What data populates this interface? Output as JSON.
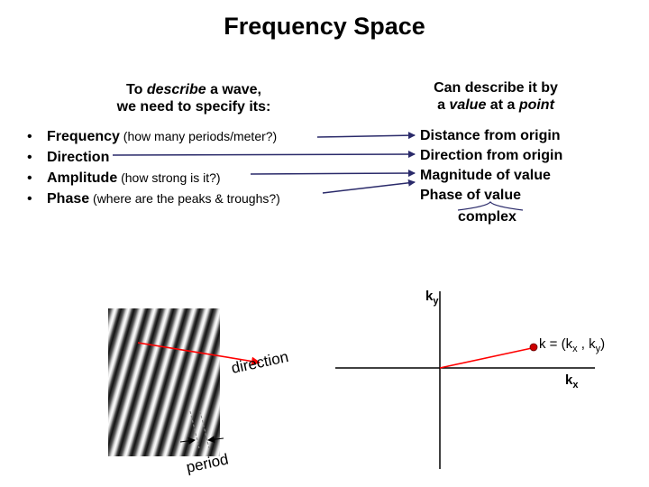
{
  "title": "Frequency Space",
  "left_header": {
    "line1_plain1": "To ",
    "line1_italic": "describe",
    "line1_plain2": " a wave,",
    "line2": "we need to specify its:"
  },
  "right_header": {
    "line1": "Can describe it by",
    "line2_plain1": "a ",
    "line2_italic1": "value",
    "line2_plain2": " at a ",
    "line2_italic2": "point"
  },
  "bullets": [
    {
      "term": "Frequency",
      "note": " (how many periods/meter?)"
    },
    {
      "term": "Direction",
      "note": ""
    },
    {
      "term": "Amplitude",
      "note": " (how strong is it?)"
    },
    {
      "term": "Phase",
      "note": " (where are the peaks & troughs?)"
    }
  ],
  "bullet_char": "•",
  "descriptions": [
    "Distance from origin",
    "Direction from origin",
    "Magnitude of value",
    "Phase of value"
  ],
  "complex_label": "complex",
  "grating_labels": {
    "direction": "direction",
    "period": "period"
  },
  "axes": {
    "ky_base": "k",
    "ky_sub": "y",
    "kx_base": "k",
    "kx_sub": "x",
    "point_label_prefix": "k = (k",
    "point_sub_x": "x",
    "point_mid": " , k",
    "point_sub_y": "y",
    "point_suffix": ")"
  },
  "colors": {
    "arrow_line": "#2a2a6a",
    "direction_arrow": "#ff0000",
    "point": "#cc0000"
  }
}
